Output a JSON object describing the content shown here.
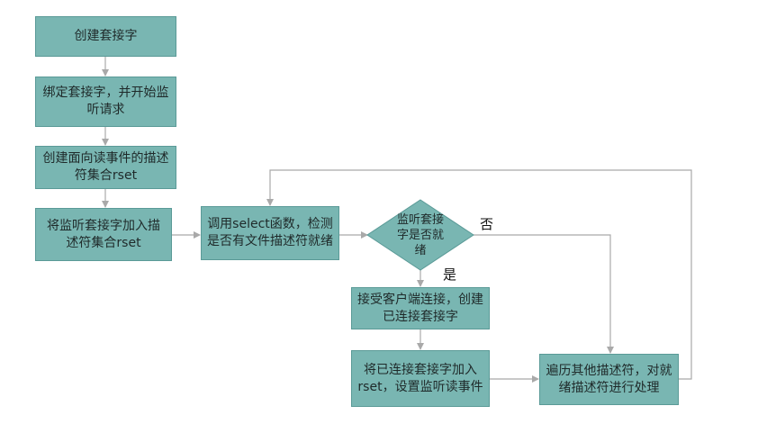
{
  "nodes": {
    "create_socket": "创建套接字",
    "bind_listen": "绑定套接字，并开始监听请求",
    "create_rset": "创建面向读事件的描述符集合rset",
    "add_listen_rset": "将监听套接字加入描述符集合rset",
    "call_select": "调用select函数，检测是否有文件描述符就绪",
    "decision": "监听套接字是否就绪",
    "accept_conn": "接受客户端连接，创建已连接套接字",
    "add_conn_rset": "将已连接套接字加入rset，设置监听读事件",
    "traverse": "遍历其他描述符，对就绪描述符进行处理"
  },
  "labels": {
    "yes": "是",
    "no": "否"
  },
  "colors": {
    "box_fill": "#79b6b2",
    "box_border": "#5a9a97",
    "arrow": "#a9a9a9"
  }
}
